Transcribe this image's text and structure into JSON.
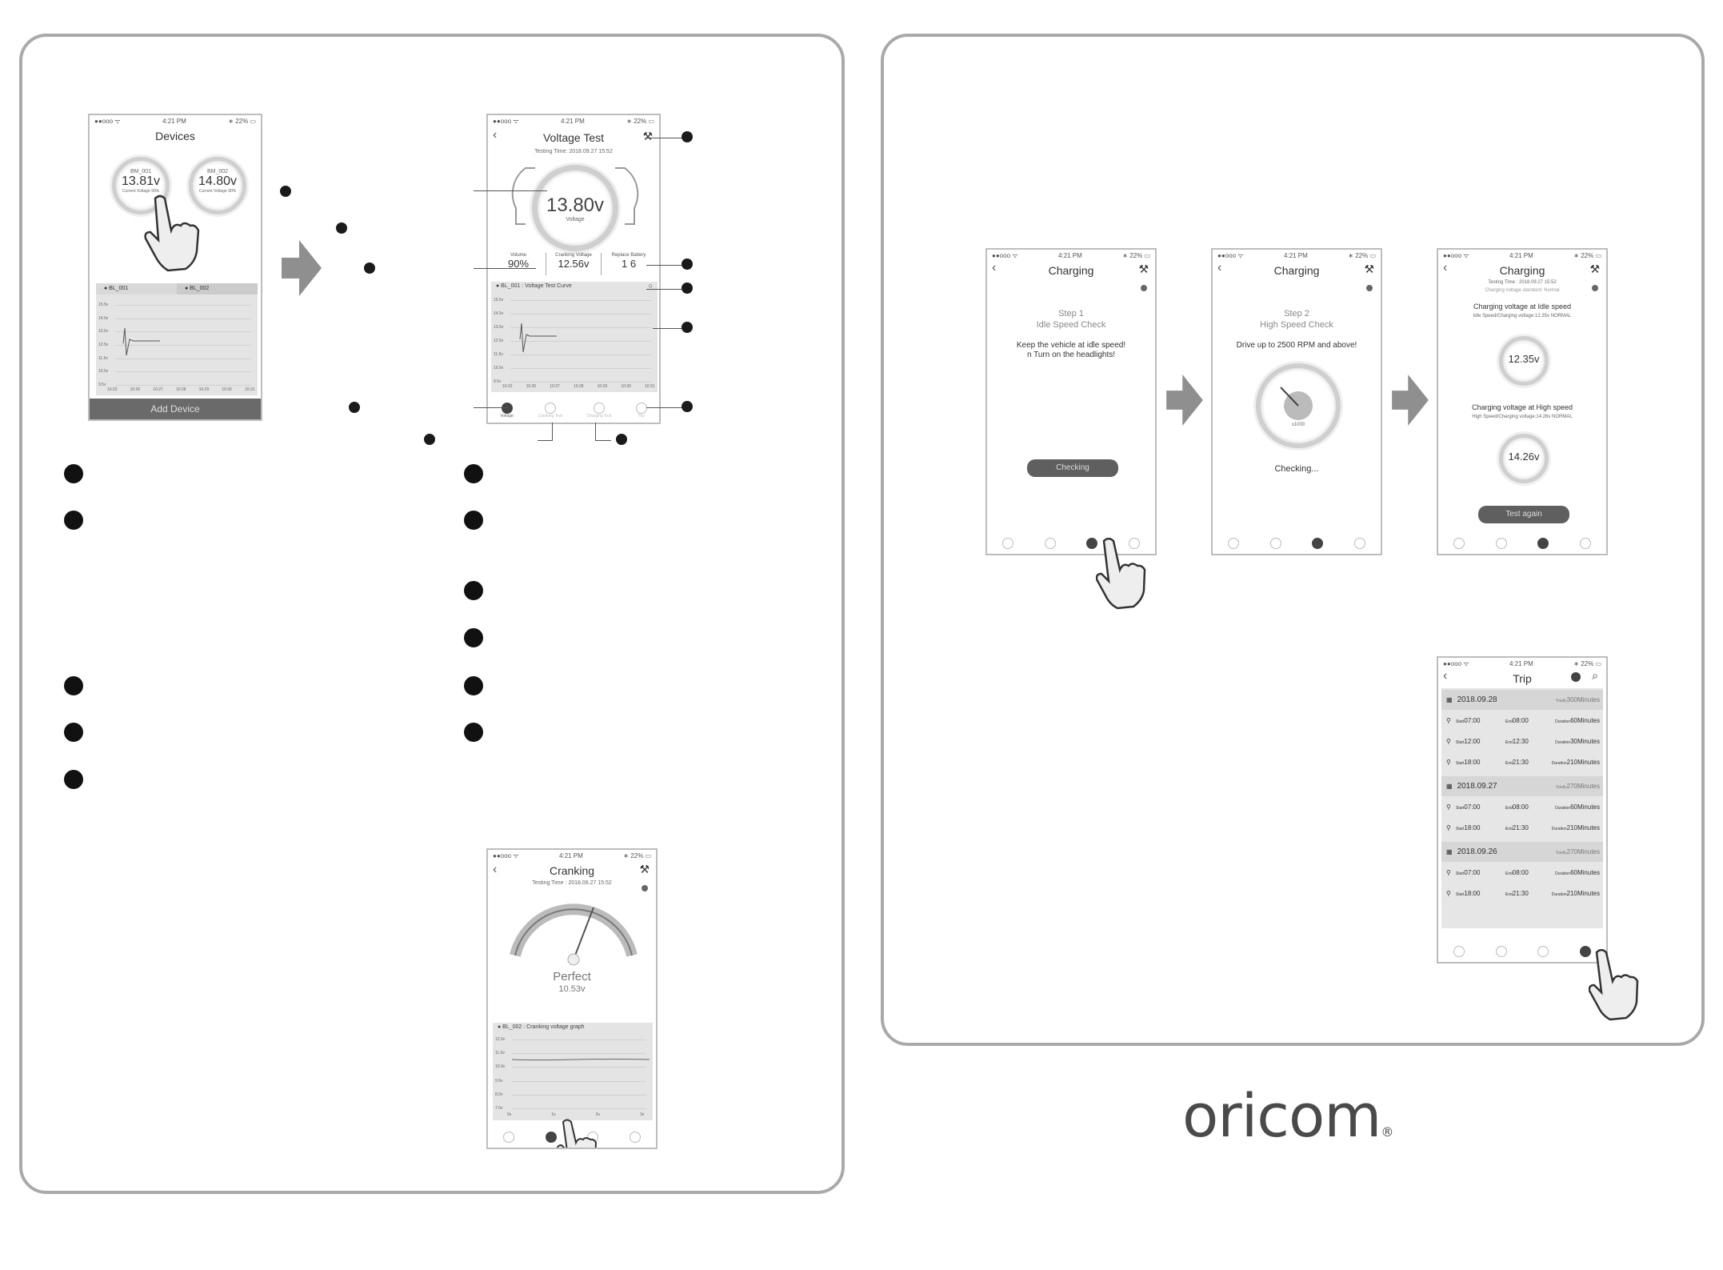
{
  "status_bar": {
    "carrier": "●●ooo ᯤ",
    "time": "4:21 PM",
    "battery": "∗ 22% ▭"
  },
  "devices_screen": {
    "title": "Devices",
    "device1": {
      "name": "BM_001",
      "voltage": "13.81v",
      "label": "Current Voltage",
      "percent": "90%"
    },
    "device2": {
      "name": "BM_002",
      "voltage": "14.80v",
      "label": "Current Voltage",
      "percent": "90%"
    },
    "tabs": [
      "● BL_001",
      "● BL_002"
    ],
    "y_ticks": [
      "15.5v",
      "14.5v",
      "13.5v",
      "12.5v",
      "11.5v",
      "10.5v",
      "9.5v"
    ],
    "x_ticks": [
      "10:22",
      "10:26",
      "10:27",
      "10:28",
      "10:29",
      "10:30",
      "10:31"
    ],
    "add_button": "Add Device"
  },
  "voltage_screen": {
    "title": "Voltage Test",
    "testing_time": "Testing Time: 2018.09.27  15:52",
    "voltage": "13.80v",
    "voltage_label": "Voltage",
    "col1_label": "Volume",
    "col1_value": "90%",
    "col2_label": "Cranking Voltage",
    "col2_value": "12.56v",
    "col3_label": "Replace Battery",
    "col3_value": "1",
    "col3_value_suffix": "6",
    "curve_title": "● BL_001 : Voltage Test Curve",
    "y_ticks": [
      "15.5v",
      "14.5v",
      "13.5v",
      "12.5v",
      "11.5v",
      "10.5v",
      "9.5v"
    ],
    "x_ticks": [
      "10:22",
      "10:26",
      "10:27",
      "10:28",
      "10:29",
      "10:30",
      "10:31"
    ],
    "tab_labels": [
      "Voltage",
      "Cranking Test",
      "Charging Test",
      "Trip"
    ]
  },
  "cranking_screen": {
    "title": "Cranking",
    "testing_time": "Testing Time : 2018.09.27  15:52",
    "result": "Perfect",
    "value": "10.53v",
    "graph_title": "● BL_002 : Cranking voltage graph",
    "y_ticks": [
      "12.0v",
      "11.0v",
      "10.0v",
      "9.0v",
      "8.0v",
      "7.0v"
    ],
    "x_ticks": [
      "0s",
      "1s",
      "2s",
      "3s"
    ]
  },
  "charging_step1": {
    "title": "Charging",
    "step": "Step 1",
    "step_name": "Idle Speed Check",
    "instruction1": "Keep the vehicle at idle speed!",
    "instruction2": "n Turn on the headlights!",
    "button": "Checking"
  },
  "charging_step2": {
    "title": "Charging",
    "step": "Step 2",
    "step_name": "High Speed Check",
    "instruction": "Drive up to 2500 RPM and above!",
    "gauge_label": "x1000",
    "status": "Checking..."
  },
  "charging_result": {
    "title": "Charging",
    "testing_time": "Testing Time : 2018.09.27  15:52",
    "status_note": "Charging voltage standard: Normal",
    "idle_heading": "Charging voltage at Idle speed",
    "idle_sub": "Idle Speed/Charging voltage:12.35v NORMAL",
    "idle_value": "12.35v",
    "high_heading": "Charging voltage at High speed",
    "high_sub": "High Speed/Charging voltage:14.26v NORMAL",
    "high_value": "14.26v",
    "button": "Test again"
  },
  "trip_screen": {
    "title": "Trip",
    "days": [
      {
        "date": "2018.09.28",
        "total": "300Minutes",
        "trips": [
          {
            "start": "07:00",
            "end": "08:00",
            "dur": "60Minutes"
          },
          {
            "start": "12:00",
            "end": "12:30",
            "dur": "30Minutes"
          },
          {
            "start": "18:00",
            "end": "21:30",
            "dur": "210Minutes"
          }
        ]
      },
      {
        "date": "2018.09.27",
        "total": "270Minutes",
        "trips": [
          {
            "start": "07:00",
            "end": "08:00",
            "dur": "60Minutes"
          },
          {
            "start": "18:00",
            "end": "21:30",
            "dur": "210Minutes"
          }
        ]
      },
      {
        "date": "2018.09.26",
        "total": "270Minutes",
        "trips": [
          {
            "start": "07:00",
            "end": "08:00",
            "dur": "60Minutes"
          },
          {
            "start": "18:00",
            "end": "21:30",
            "dur": "210Minutes"
          }
        ]
      }
    ],
    "start_prefix": "Start",
    "end_prefix": "End",
    "dur_prefix": "Duration",
    "total_prefix": "Totally"
  },
  "logo": {
    "text": "oricom",
    "mark": "®"
  }
}
